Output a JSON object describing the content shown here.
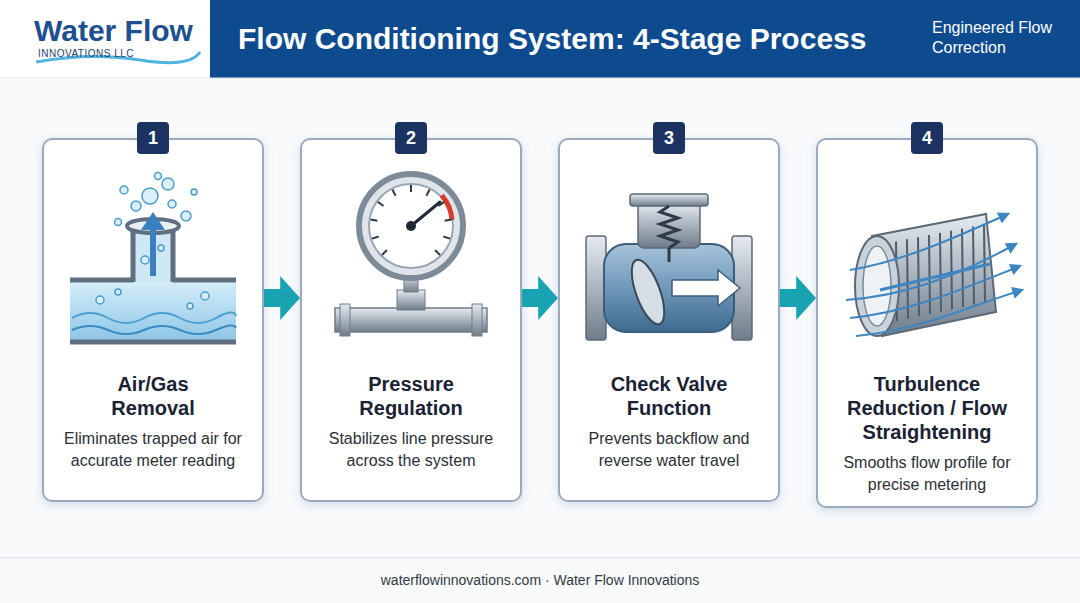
{
  "diagram": {
    "title": "Flow Conditioning System: 4-Stage Process",
    "caption": "waterflowinnovations.com · Water Flow Innovations",
    "nodes": [
      {
        "text": [
          "Air/Gas Removal",
          "Eliminates trapped air for accurate meter reading"
        ]
      },
      {
        "text": [
          "1"
        ],
        "in": 0
      },
      {
        "text": [
          "Pressure Regulation",
          "Stabilizes line pressure across the system"
        ]
      },
      {
        "text": [
          "2"
        ],
        "in": 2
      },
      {
        "text": [
          "Check Valve Function",
          "Prevents backflow and reverse water travel"
        ]
      },
      {
        "text": [
          "3"
        ],
        "in": 4
      },
      {
        "text": [
          "Turbulence Reduction / Flow Straightening",
          "Smooths flow profile for precise metering"
        ]
      },
      {
        "text": [
          "4"
        ],
        "in": 6
      }
    ],
    "edges": [
      {
        "from": 0,
        "to": 2,
        "arrow": "to"
      },
      {
        "from": 2,
        "to": 4,
        "arrow": "to"
      },
      {
        "from": 4,
        "to": 6,
        "arrow": "to"
      }
    ],
    "labels": [
      "Water Flow",
      "INNOVATIONS LLC",
      "Engineered Flow Correction"
    ]
  }
}
